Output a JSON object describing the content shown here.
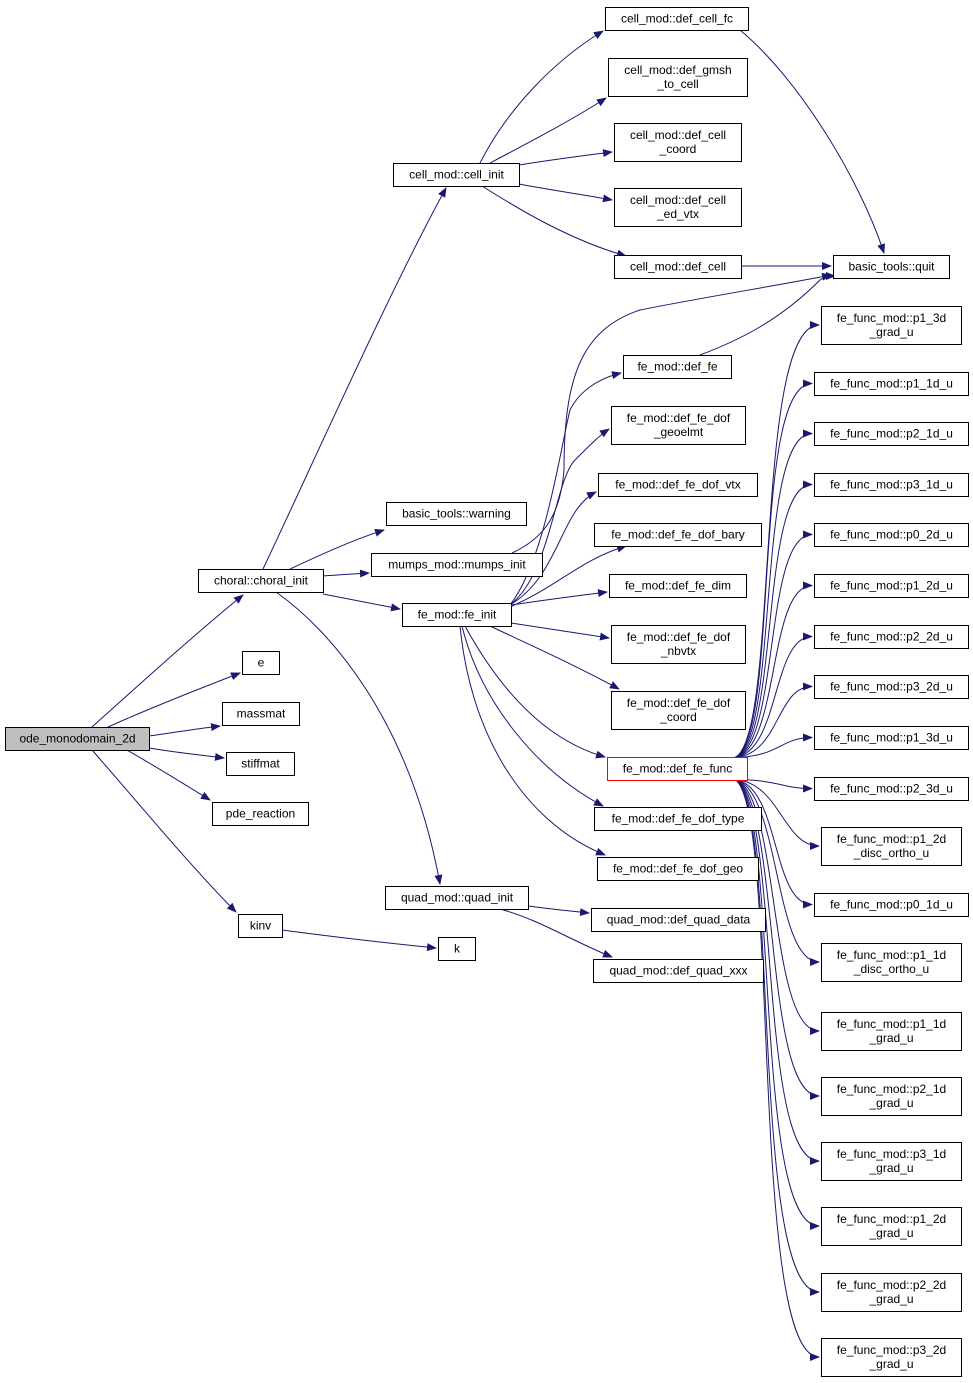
{
  "graph": {
    "colors": {
      "edge": "#191970",
      "node_border": "#000000",
      "root_fill": "#bfbfbf",
      "highlight_border": "#ff0000",
      "background": "#ffffff"
    },
    "nodes": [
      {
        "id": "ode_monodomain_2d",
        "lines": [
          "ode_monodomain_2d"
        ],
        "root": true
      },
      {
        "id": "choral_init",
        "lines": [
          "choral::choral_init"
        ]
      },
      {
        "id": "e",
        "lines": [
          "e"
        ]
      },
      {
        "id": "massmat",
        "lines": [
          "massmat"
        ]
      },
      {
        "id": "stiffmat",
        "lines": [
          "stiffmat"
        ]
      },
      {
        "id": "pde_reaction",
        "lines": [
          "pde_reaction"
        ]
      },
      {
        "id": "kinv",
        "lines": [
          "kinv"
        ]
      },
      {
        "id": "cell_init",
        "lines": [
          "cell_mod::cell_init"
        ]
      },
      {
        "id": "warning",
        "lines": [
          "basic_tools::warning"
        ]
      },
      {
        "id": "mumps_init",
        "lines": [
          "mumps_mod::mumps_init"
        ]
      },
      {
        "id": "fe_init",
        "lines": [
          "fe_mod::fe_init"
        ]
      },
      {
        "id": "quad_init",
        "lines": [
          "quad_mod::quad_init"
        ]
      },
      {
        "id": "k",
        "lines": [
          "k"
        ]
      },
      {
        "id": "def_cell_fc",
        "lines": [
          "cell_mod::def_cell_fc"
        ]
      },
      {
        "id": "def_gmsh_to_cell",
        "lines": [
          "cell_mod::def_gmsh",
          "_to_cell"
        ]
      },
      {
        "id": "def_cell_coord",
        "lines": [
          "cell_mod::def_cell",
          "_coord"
        ]
      },
      {
        "id": "def_cell_ed_vtx",
        "lines": [
          "cell_mod::def_cell",
          "_ed_vtx"
        ]
      },
      {
        "id": "def_cell",
        "lines": [
          "cell_mod::def_cell"
        ]
      },
      {
        "id": "quit",
        "lines": [
          "basic_tools::quit"
        ]
      },
      {
        "id": "def_fe",
        "lines": [
          "fe_mod::def_fe"
        ]
      },
      {
        "id": "def_fe_dof_geoelmt",
        "lines": [
          "fe_mod::def_fe_dof",
          "_geoelmt"
        ]
      },
      {
        "id": "def_fe_dof_vtx",
        "lines": [
          "fe_mod::def_fe_dof_vtx"
        ]
      },
      {
        "id": "def_fe_dof_bary",
        "lines": [
          "fe_mod::def_fe_dof_bary"
        ]
      },
      {
        "id": "def_fe_dim",
        "lines": [
          "fe_mod::def_fe_dim"
        ]
      },
      {
        "id": "def_fe_dof_nbvtx",
        "lines": [
          "fe_mod::def_fe_dof",
          "_nbvtx"
        ]
      },
      {
        "id": "def_fe_dof_coord",
        "lines": [
          "fe_mod::def_fe_dof",
          "_coord"
        ]
      },
      {
        "id": "def_fe_func",
        "lines": [
          "fe_mod::def_fe_func"
        ],
        "highlight": true
      },
      {
        "id": "def_fe_dof_type",
        "lines": [
          "fe_mod::def_fe_dof_type"
        ]
      },
      {
        "id": "def_fe_dof_geo",
        "lines": [
          "fe_mod::def_fe_dof_geo"
        ]
      },
      {
        "id": "def_quad_data",
        "lines": [
          "quad_mod::def_quad_data"
        ]
      },
      {
        "id": "def_quad_xxx",
        "lines": [
          "quad_mod::def_quad_xxx"
        ]
      },
      {
        "id": "p1_3d_grad_u",
        "lines": [
          "fe_func_mod::p1_3d",
          "_grad_u"
        ]
      },
      {
        "id": "p1_1d_u",
        "lines": [
          "fe_func_mod::p1_1d_u"
        ]
      },
      {
        "id": "p2_1d_u",
        "lines": [
          "fe_func_mod::p2_1d_u"
        ]
      },
      {
        "id": "p3_1d_u",
        "lines": [
          "fe_func_mod::p3_1d_u"
        ]
      },
      {
        "id": "p0_2d_u",
        "lines": [
          "fe_func_mod::p0_2d_u"
        ]
      },
      {
        "id": "p1_2d_u",
        "lines": [
          "fe_func_mod::p1_2d_u"
        ]
      },
      {
        "id": "p2_2d_u",
        "lines": [
          "fe_func_mod::p2_2d_u"
        ]
      },
      {
        "id": "p3_2d_u",
        "lines": [
          "fe_func_mod::p3_2d_u"
        ]
      },
      {
        "id": "p1_3d_u",
        "lines": [
          "fe_func_mod::p1_3d_u"
        ]
      },
      {
        "id": "p2_3d_u",
        "lines": [
          "fe_func_mod::p2_3d_u"
        ]
      },
      {
        "id": "p1_2d_disc_ortho_u",
        "lines": [
          "fe_func_mod::p1_2d",
          "_disc_ortho_u"
        ]
      },
      {
        "id": "p0_1d_u",
        "lines": [
          "fe_func_mod::p0_1d_u"
        ]
      },
      {
        "id": "p1_1d_disc_ortho_u",
        "lines": [
          "fe_func_mod::p1_1d",
          "_disc_ortho_u"
        ]
      },
      {
        "id": "p1_1d_grad_u",
        "lines": [
          "fe_func_mod::p1_1d",
          "_grad_u"
        ]
      },
      {
        "id": "p2_1d_grad_u",
        "lines": [
          "fe_func_mod::p2_1d",
          "_grad_u"
        ]
      },
      {
        "id": "p3_1d_grad_u",
        "lines": [
          "fe_func_mod::p3_1d",
          "_grad_u"
        ]
      },
      {
        "id": "p1_2d_grad_u",
        "lines": [
          "fe_func_mod::p1_2d",
          "_grad_u"
        ]
      },
      {
        "id": "p2_2d_grad_u",
        "lines": [
          "fe_func_mod::p2_2d",
          "_grad_u"
        ]
      },
      {
        "id": "p3_2d_grad_u",
        "lines": [
          "fe_func_mod::p3_2d",
          "_grad_u"
        ]
      }
    ],
    "edges": [
      [
        "ode_monodomain_2d",
        "choral_init"
      ],
      [
        "ode_monodomain_2d",
        "e"
      ],
      [
        "ode_monodomain_2d",
        "massmat"
      ],
      [
        "ode_monodomain_2d",
        "stiffmat"
      ],
      [
        "ode_monodomain_2d",
        "pde_reaction"
      ],
      [
        "ode_monodomain_2d",
        "kinv"
      ],
      [
        "choral_init",
        "cell_init"
      ],
      [
        "choral_init",
        "warning"
      ],
      [
        "choral_init",
        "mumps_init"
      ],
      [
        "choral_init",
        "fe_init"
      ],
      [
        "choral_init",
        "quad_init"
      ],
      [
        "kinv",
        "k"
      ],
      [
        "cell_init",
        "def_cell_fc"
      ],
      [
        "cell_init",
        "def_gmsh_to_cell"
      ],
      [
        "cell_init",
        "def_cell_coord"
      ],
      [
        "cell_init",
        "def_cell_ed_vtx"
      ],
      [
        "cell_init",
        "def_cell"
      ],
      [
        "def_cell_fc",
        "quit"
      ],
      [
        "def_cell",
        "quit"
      ],
      [
        "mumps_init",
        "quit"
      ],
      [
        "fe_init",
        "def_fe"
      ],
      [
        "fe_init",
        "def_fe_dof_geoelmt"
      ],
      [
        "fe_init",
        "def_fe_dof_vtx"
      ],
      [
        "fe_init",
        "def_fe_dof_bary"
      ],
      [
        "fe_init",
        "def_fe_dim"
      ],
      [
        "fe_init",
        "def_fe_dof_nbvtx"
      ],
      [
        "fe_init",
        "def_fe_dof_coord"
      ],
      [
        "fe_init",
        "def_fe_func"
      ],
      [
        "fe_init",
        "def_fe_dof_type"
      ],
      [
        "fe_init",
        "def_fe_dof_geo"
      ],
      [
        "def_fe",
        "quit"
      ],
      [
        "quad_init",
        "def_quad_data"
      ],
      [
        "quad_init",
        "def_quad_xxx"
      ],
      [
        "def_fe_func",
        "p1_3d_grad_u"
      ],
      [
        "def_fe_func",
        "p1_1d_u"
      ],
      [
        "def_fe_func",
        "p2_1d_u"
      ],
      [
        "def_fe_func",
        "p3_1d_u"
      ],
      [
        "def_fe_func",
        "p0_2d_u"
      ],
      [
        "def_fe_func",
        "p1_2d_u"
      ],
      [
        "def_fe_func",
        "p2_2d_u"
      ],
      [
        "def_fe_func",
        "p3_2d_u"
      ],
      [
        "def_fe_func",
        "p1_3d_u"
      ],
      [
        "def_fe_func",
        "p2_3d_u"
      ],
      [
        "def_fe_func",
        "p1_2d_disc_ortho_u"
      ],
      [
        "def_fe_func",
        "p0_1d_u"
      ],
      [
        "def_fe_func",
        "p1_1d_disc_ortho_u"
      ],
      [
        "def_fe_func",
        "p1_1d_grad_u"
      ],
      [
        "def_fe_func",
        "p2_1d_grad_u"
      ],
      [
        "def_fe_func",
        "p3_1d_grad_u"
      ],
      [
        "def_fe_func",
        "p1_2d_grad_u"
      ],
      [
        "def_fe_func",
        "p2_2d_grad_u"
      ],
      [
        "def_fe_func",
        "p3_2d_grad_u"
      ]
    ]
  }
}
